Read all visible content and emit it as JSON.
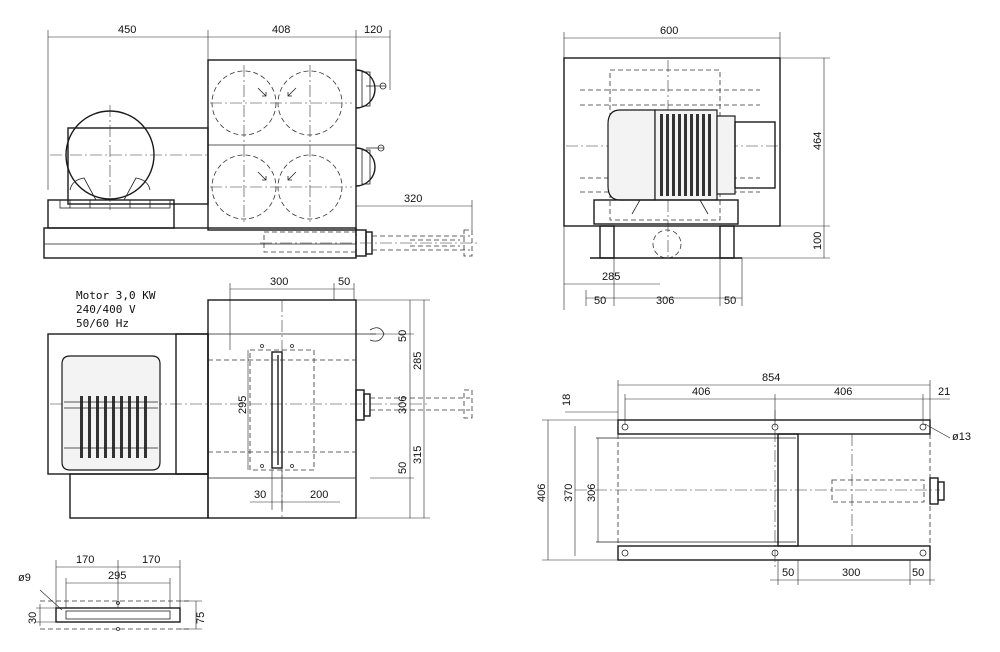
{
  "motor_note": {
    "line1": "Motor 3,0 KW",
    "line2": "240/400 V",
    "line3": "50/60 Hz"
  },
  "front_view": {
    "dim_left": "450",
    "dim_mid": "408",
    "dim_right": "120",
    "dim_shaft": "320"
  },
  "side_view": {
    "dim_width": "600",
    "dim_height": "464",
    "dim_base": "100",
    "dim_285": "285",
    "dim_left50": "50",
    "dim_mid306": "306",
    "dim_right50": "50"
  },
  "top_view": {
    "dim_300": "300",
    "dim_50_top": "50",
    "dim_295": "295",
    "dim_30": "30",
    "dim_200": "200",
    "dim_50_r1": "50",
    "dim_306": "306",
    "dim_50_r2": "50",
    "dim_285": "285",
    "dim_315": "315"
  },
  "base_plan": {
    "dim_854": "854",
    "dim_406a": "406",
    "dim_406b": "406",
    "dim_21": "21",
    "dim_18": "18",
    "dim_hole": "ø13",
    "dim_406_left": "406",
    "dim_370": "370",
    "dim_306": "306",
    "dim_50a": "50",
    "dim_300": "300",
    "dim_50b": "50"
  },
  "small_part": {
    "dim_170a": "170",
    "dim_170b": "170",
    "dim_295": "295",
    "dim_hole": "ø9",
    "dim_30": "30",
    "dim_75": "75"
  }
}
